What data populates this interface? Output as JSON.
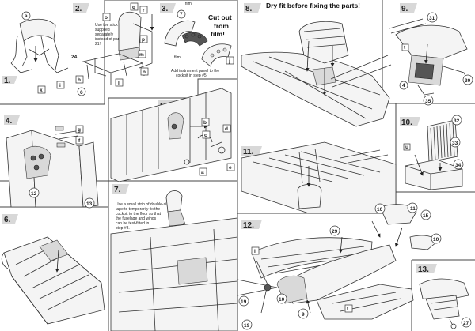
{
  "steps": {
    "s1": "1.",
    "s2": "2.",
    "s3": "3.",
    "s4": "4.",
    "s5": "5.",
    "s6": "6.",
    "s7": "7.",
    "s8": "8.",
    "s9": "9.",
    "s10": "10.",
    "s11": "11.",
    "s12": "12.",
    "s13": "13."
  },
  "notes": {
    "step2_stick_l1": "Use the stick",
    "step2_stick_l2": "supplied",
    "step2_stick_l3": "separately",
    "step2_stick_l4": "instead of part",
    "step2_stick_l5": "21!",
    "step3_film_top": "film",
    "step3_cut_l1": "Cut out",
    "step3_cut_l2": "from",
    "step3_cut_l3": "film!",
    "step3_film_bottom": "film",
    "step3_panel_l1": "Add instrument panel to the",
    "step3_panel_l2": "cockpit in step #5!",
    "step8_title": "Dry fit before fixing the parts!",
    "step7_l1": "Use a small strip of double-sided",
    "step7_l2": "tape to temporarily fix the",
    "step7_l3": "cockpit to the floor so that",
    "step7_l4": "the fuselage and wings",
    "step7_l5": "can be test-fitted in",
    "step7_l6": "step #8."
  },
  "labels": {
    "a": "a",
    "b": "b",
    "c": "c",
    "d": "d",
    "e": "e",
    "f": "f",
    "g": "g",
    "h": "h",
    "i": "i",
    "j": "j",
    "k": "k",
    "l": "l",
    "m": "m",
    "n": "n",
    "o": "o",
    "p": "p",
    "q": "q",
    "r": "r",
    "t": "t",
    "u": "u",
    "n6": "6",
    "n7": "7",
    "n9": "9",
    "n10": "10",
    "n11": "11",
    "n12": "12",
    "n13": "13",
    "n15": "15",
    "n19": "19",
    "n24": "24",
    "n27": "27",
    "n29": "29",
    "n30": "30",
    "n31": "31",
    "n32": "32",
    "n33": "33",
    "n34": "34",
    "n35": "35",
    "n4": "4"
  }
}
